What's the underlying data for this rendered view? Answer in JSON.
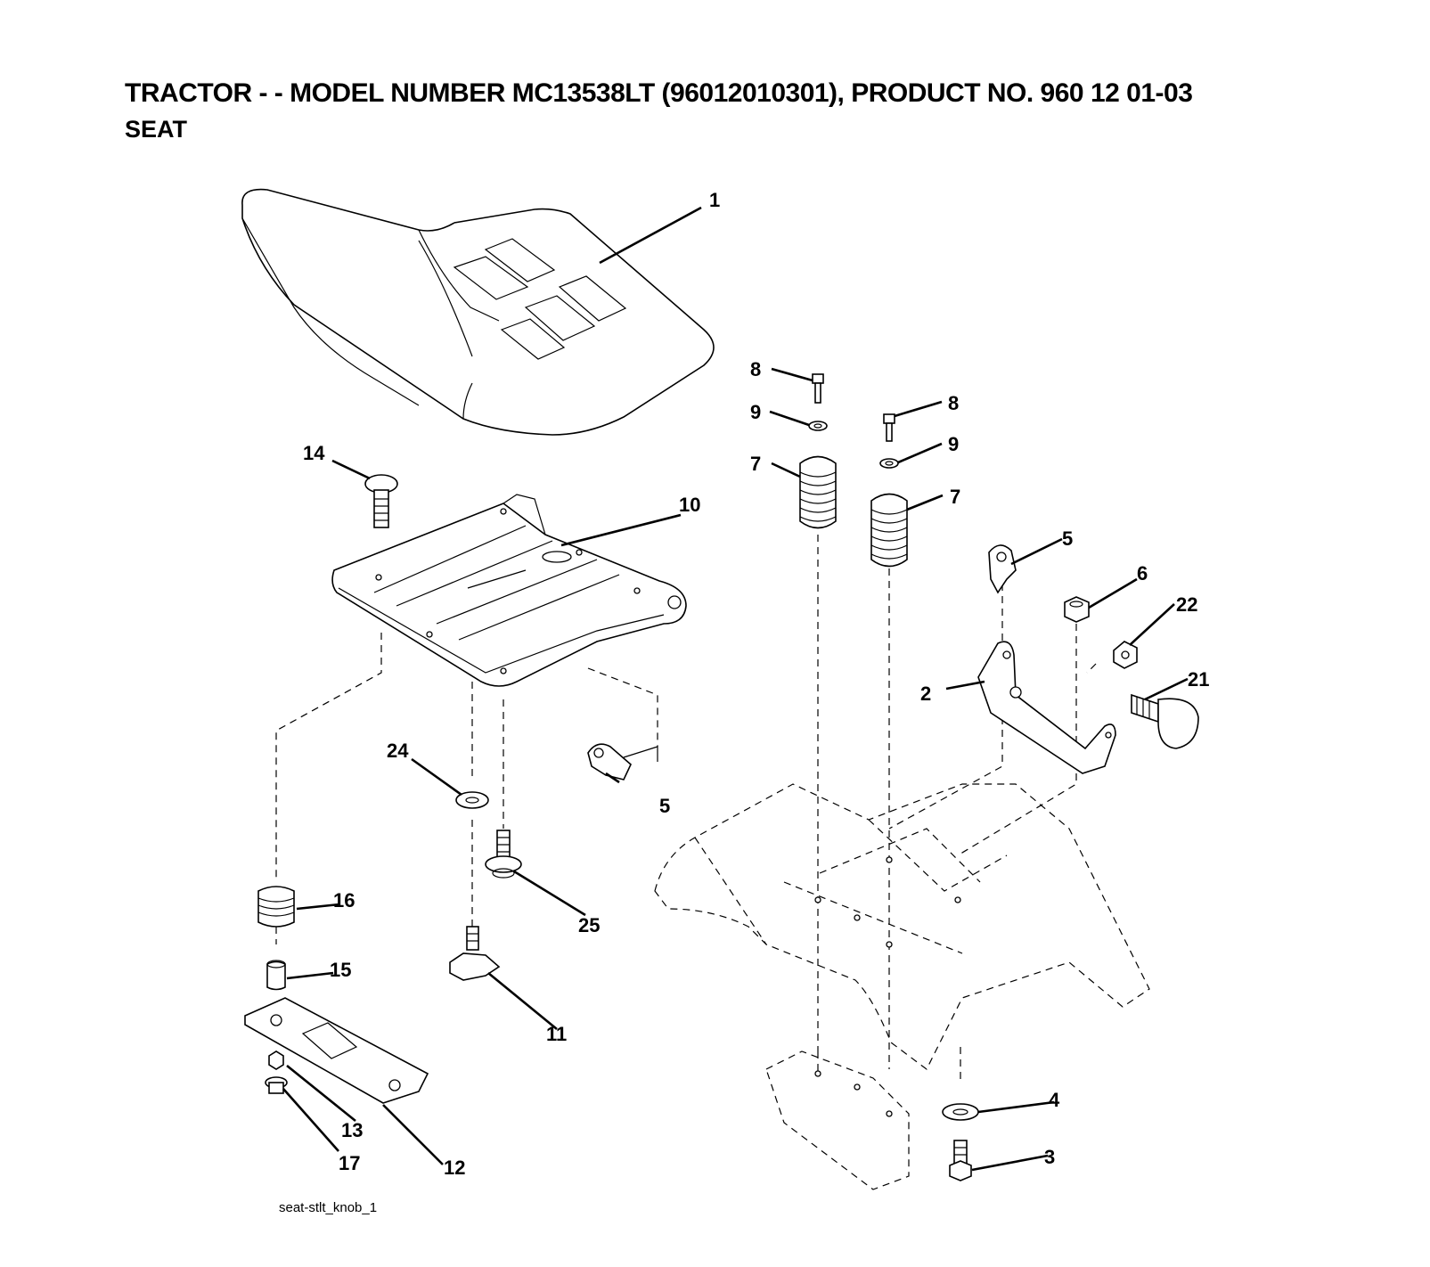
{
  "header": {
    "title": "TRACTOR - - MODEL NUMBER MC13538LT (96012010301), PRODUCT NO. 960 12 01-03",
    "subtitle": "SEAT"
  },
  "figure_id": "seat-stlt_knob_1",
  "callouts": [
    {
      "id": "c1",
      "label": "1"
    },
    {
      "id": "c8a",
      "label": "8"
    },
    {
      "id": "c8b",
      "label": "8"
    },
    {
      "id": "c9a",
      "label": "9"
    },
    {
      "id": "c9b",
      "label": "9"
    },
    {
      "id": "c7a",
      "label": "7"
    },
    {
      "id": "c7b",
      "label": "7"
    },
    {
      "id": "c14",
      "label": "14"
    },
    {
      "id": "c10",
      "label": "10"
    },
    {
      "id": "c5a",
      "label": "5"
    },
    {
      "id": "c5b",
      "label": "5"
    },
    {
      "id": "c6",
      "label": "6"
    },
    {
      "id": "c22",
      "label": "22"
    },
    {
      "id": "c2",
      "label": "2"
    },
    {
      "id": "c21",
      "label": "21"
    },
    {
      "id": "c24",
      "label": "24"
    },
    {
      "id": "c25",
      "label": "25"
    },
    {
      "id": "c16",
      "label": "16"
    },
    {
      "id": "c15",
      "label": "15"
    },
    {
      "id": "c11",
      "label": "11"
    },
    {
      "id": "c13",
      "label": "13"
    },
    {
      "id": "c17",
      "label": "17"
    },
    {
      "id": "c12",
      "label": "12"
    },
    {
      "id": "c4",
      "label": "4"
    },
    {
      "id": "c3",
      "label": "3"
    }
  ]
}
